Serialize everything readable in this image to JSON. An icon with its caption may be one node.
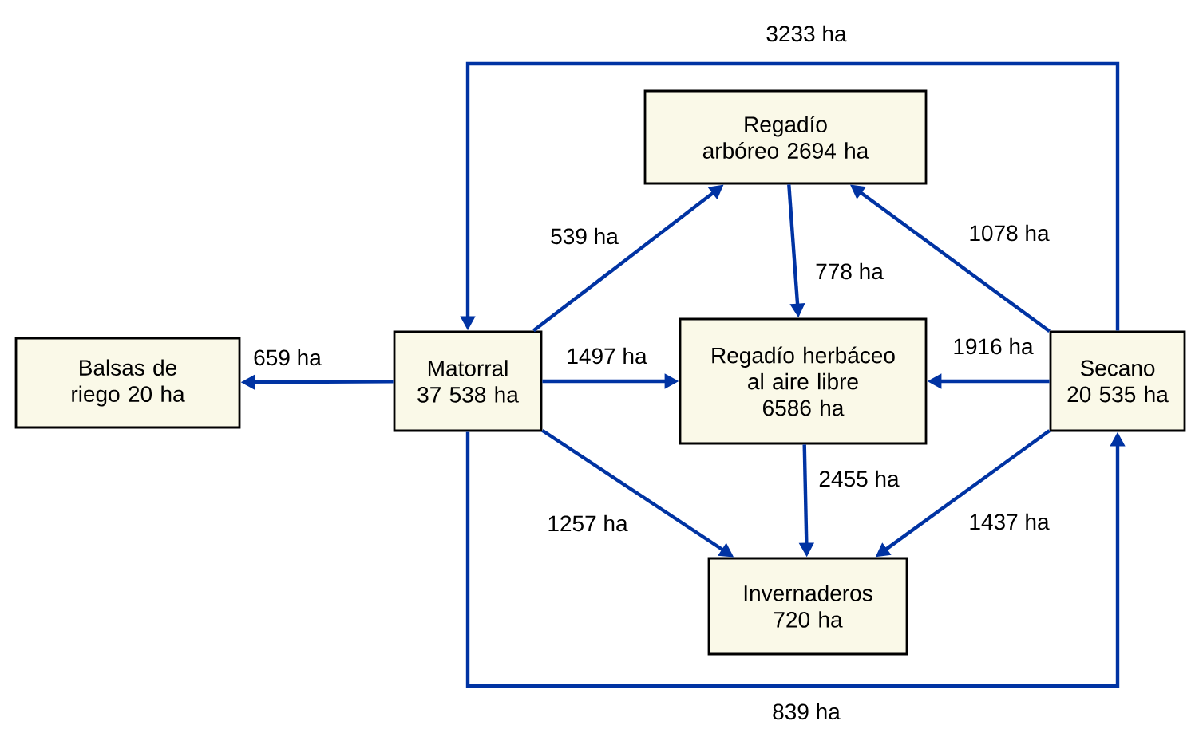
{
  "diagram": {
    "nodes": [
      {
        "text": [
          "Balsas de riego 20 ha"
        ]
      },
      {
        "text": [
          "Matorral 37 538 ha"
        ]
      },
      {
        "text": [
          "Regadío arbóreo 2694 ha"
        ]
      },
      {
        "text": [
          "Regadío herbáceo al aire libre 6586 ha"
        ]
      },
      {
        "text": [
          "Secano 20 535 ha"
        ]
      },
      {
        "text": [
          "Invernaderos 720 ha"
        ]
      }
    ],
    "edges": [
      {
        "from": 1,
        "to": 0,
        "arrow": "to",
        "label": "659 ha"
      },
      {
        "from": 1,
        "to": 2,
        "arrow": "to",
        "label": "539 ha"
      },
      {
        "from": 1,
        "to": 3,
        "arrow": "to",
        "label": "1497 ha"
      },
      {
        "from": 1,
        "to": 5,
        "arrow": "to",
        "label": "1257 ha"
      },
      {
        "from": 2,
        "to": 3,
        "arrow": "to",
        "label": "778 ha"
      },
      {
        "from": 3,
        "to": 5,
        "arrow": "to",
        "label": "2455 ha"
      },
      {
        "from": 4,
        "to": 2,
        "arrow": "to",
        "label": "1078 ha"
      },
      {
        "from": 4,
        "to": 3,
        "arrow": "to",
        "label": "1916 ha"
      },
      {
        "from": 4,
        "to": 5,
        "arrow": "to",
        "label": "1437 ha"
      },
      {
        "from": 4,
        "to": 1,
        "arrow": "to",
        "label": "3233 ha"
      },
      {
        "from": 1,
        "to": 4,
        "arrow": "to",
        "label": "839 ha"
      }
    ]
  }
}
